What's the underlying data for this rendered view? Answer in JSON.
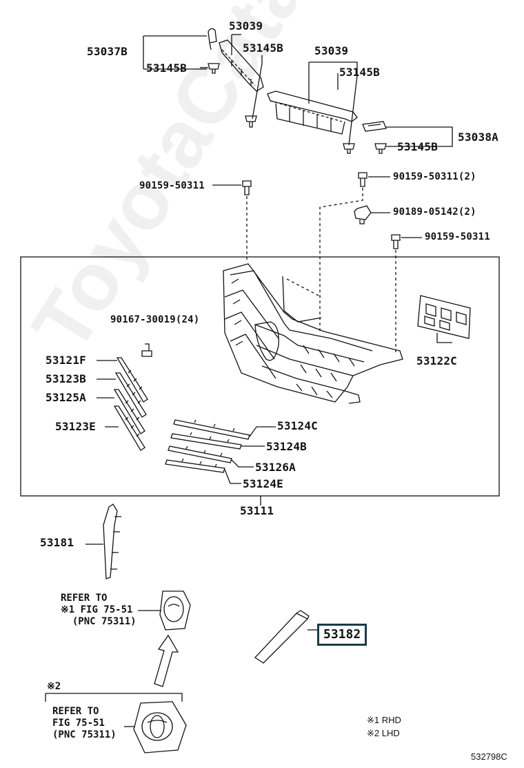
{
  "watermark": "ToyotaCatalog.ru",
  "parts": {
    "p53039_a": "53039",
    "p53037B": "53037B",
    "p53145B_a": "53145B",
    "p53145B_b": "53145B",
    "p53039_b": "53039",
    "p53145B_c": "53145B",
    "p53038A": "53038A",
    "p53145B_d": "53145B",
    "b90159_a": "90159-50311",
    "b90159_b": "90159-50311(2)",
    "b90189": "90189-05142(2)",
    "b90159_c": "90159-50311",
    "b90167": "90167-30019(24)",
    "p53121F": "53121F",
    "p53123B": "53123B",
    "p53125A": "53125A",
    "p53123E": "53123E",
    "p53122C": "53122C",
    "p53124C": "53124C",
    "p53124B": "53124B",
    "p53126A": "53126A",
    "p53124E": "53124E",
    "p53111": "53111",
    "p53181": "53181",
    "p53182": "53182"
  },
  "refer1": {
    "text": "REFER TO\n※1 FIG 75-51\n  (PNC 75311)"
  },
  "refer2": {
    "mark": "※2",
    "text": "REFER TO\nFIG 75-51\n(PNC 75311)"
  },
  "legend": {
    "rhd": "※1 RHD",
    "lhd": "※2 LHD"
  },
  "diagram_id": "532798C"
}
